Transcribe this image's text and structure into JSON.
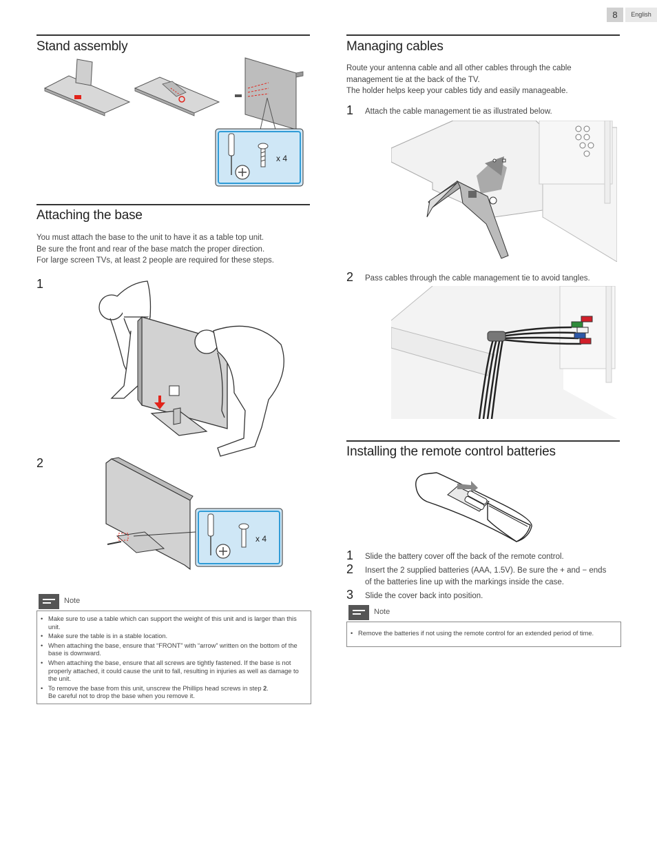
{
  "header": {
    "page_number": "8",
    "language": "English"
  },
  "stand_assembly": {
    "title": "Stand assembly",
    "qty_label": "x 4"
  },
  "attaching_base": {
    "title": "Attaching the base",
    "paragraphs": [
      "You must attach the base to the unit to have it as a table top unit.",
      "Be sure the front and rear of the base match the proper direction.",
      "For large screen TVs, at least 2 people are required for these steps."
    ],
    "steps": [
      "1",
      "2"
    ],
    "qty_label": "x 4",
    "note": {
      "label": "Note",
      "items": [
        "Make sure to use a table which can support the weight of this unit and is larger than this unit.",
        "Make sure the table is in a stable location.",
        "When attaching the base, ensure that “FRONT” with “arrow” written on the bottom of the base is downward.",
        "When attaching the base, ensure that all screws are tightly fastened. If the base is not properly attached, it could cause the unit to fall, resulting in injuries as well as damage to the unit."
      ],
      "last_item_prefix": "To remove the base from this unit, unscrew the Phillips head screws in step ",
      "last_item_bold": "2",
      "last_item_suffix": ".",
      "last_item_line2": "Be careful not to drop the base when you remove it."
    }
  },
  "managing_cables": {
    "title": "Managing cables",
    "paragraphs": [
      "Route your antenna cable and all other cables through the cable management tie at the back of the TV.",
      "The holder helps keep your cables tidy and easily manageable."
    ],
    "steps": [
      {
        "num": "1",
        "text": "Attach the cable management tie as illustrated below."
      },
      {
        "num": "2",
        "text": "Pass cables through the cable management tie to avoid tangles."
      }
    ]
  },
  "remote_batteries": {
    "title": "Installing the remote control batteries",
    "steps": [
      {
        "num": "1",
        "text": "Slide the battery cover off the back of the remote control."
      },
      {
        "num": "2",
        "text": "Insert the 2 supplied batteries (AAA, 1.5V). Be sure the + and − ends of the batteries line up with the markings inside the case."
      },
      {
        "num": "3",
        "text": "Slide the cover back into position."
      }
    ],
    "note": {
      "label": "Note",
      "items": [
        "Remove the batteries if not using the remote control for an extended period of time."
      ]
    }
  },
  "colors": {
    "rule": "#333333",
    "accent_red": "#e2231a",
    "callout_blue": "#2f9bd6",
    "callout_fill": "#cfe7f6"
  }
}
